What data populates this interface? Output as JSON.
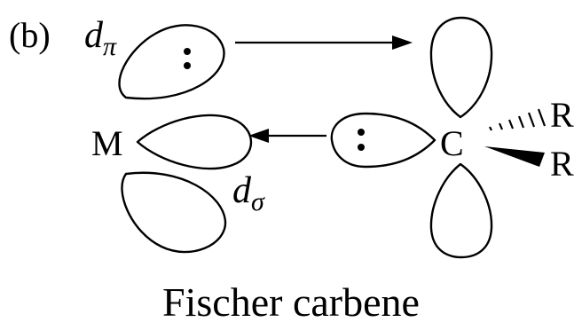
{
  "panel_label": "(b)",
  "labels": {
    "d_pi_base": "d",
    "d_pi_sub": "π",
    "d_sigma_base": "d",
    "d_sigma_sub": "σ",
    "metal": "M",
    "carbon": "C",
    "r_upper": "R",
    "r_lower": "R"
  },
  "caption": "Fischer carbene",
  "lone_pair_marks": [
    ":",
    ":"
  ]
}
